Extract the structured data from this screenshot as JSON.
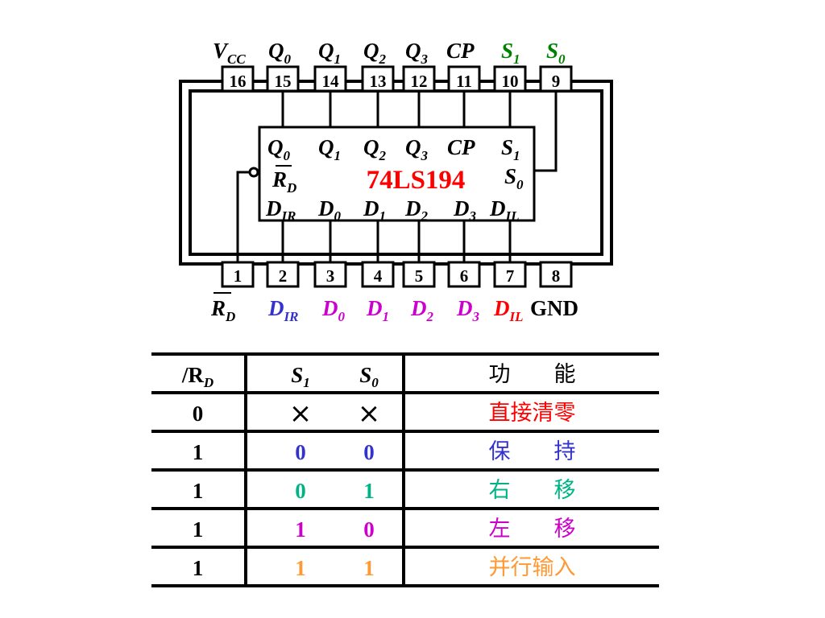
{
  "chip": {
    "name": "74LS194",
    "top_labels": [
      {
        "main": "V",
        "sub": "CC",
        "color": "#000000"
      },
      {
        "main": "Q",
        "sub": "0",
        "color": "#000000"
      },
      {
        "main": "Q",
        "sub": "1",
        "color": "#000000"
      },
      {
        "main": "Q",
        "sub": "2",
        "color": "#000000"
      },
      {
        "main": "Q",
        "sub": "3",
        "color": "#000000"
      },
      {
        "main": "CP",
        "sub": "",
        "color": "#000000"
      },
      {
        "main": "S",
        "sub": "1",
        "color": "#008000"
      },
      {
        "main": "S",
        "sub": "0",
        "color": "#008000"
      }
    ],
    "top_pins": [
      "16",
      "15",
      "14",
      "13",
      "12",
      "11",
      "10",
      "9"
    ],
    "bottom_pins": [
      "1",
      "2",
      "3",
      "4",
      "5",
      "6",
      "7",
      "8"
    ],
    "bottom_labels": [
      {
        "main": "R",
        "sub": "D",
        "color": "#000000"
      },
      {
        "main": "D",
        "sub": "IR",
        "color": "#3333cc"
      },
      {
        "main": "D",
        "sub": "0",
        "color": "#cc00cc"
      },
      {
        "main": "D",
        "sub": "1",
        "color": "#cc00cc"
      },
      {
        "main": "D",
        "sub": "2",
        "color": "#cc00cc"
      },
      {
        "main": "D",
        "sub": "3",
        "color": "#cc00cc"
      },
      {
        "main": "D",
        "sub": "IL",
        "color": "#ff0000"
      }
    ],
    "gnd_label": "GND",
    "inner_top": [
      {
        "main": "Q",
        "sub": "0"
      },
      {
        "main": "Q",
        "sub": "1"
      },
      {
        "main": "Q",
        "sub": "2"
      },
      {
        "main": "Q",
        "sub": "3"
      },
      {
        "main": "CP",
        "sub": ""
      },
      {
        "main": "S",
        "sub": "1"
      }
    ],
    "inner_rd": {
      "main": "R",
      "sub": "D"
    },
    "inner_s0": {
      "main": "S",
      "sub": "0"
    },
    "inner_bottom": [
      {
        "main": "D",
        "sub": "IR"
      },
      {
        "main": "D",
        "sub": "0"
      },
      {
        "main": "D",
        "sub": "1"
      },
      {
        "main": "D",
        "sub": "2"
      },
      {
        "main": "D",
        "sub": "3"
      },
      {
        "main": "D",
        "sub": "IL"
      }
    ]
  },
  "table": {
    "headers": {
      "rd": "/R",
      "rd_sub": "D",
      "s1": "S",
      "s1_sub": "1",
      "s0": "S",
      "s0_sub": "0",
      "function": "功　　能"
    },
    "rows": [
      {
        "rd": "0",
        "s1": "×",
        "s0": "×",
        "function": "直接清零",
        "value_color": "#000000",
        "function_color": "#ff0000"
      },
      {
        "rd": "1",
        "s1": "0",
        "s0": "0",
        "function": "保　　持",
        "value_color": "#3333cc",
        "function_color": "#3333cc"
      },
      {
        "rd": "1",
        "s1": "0",
        "s0": "1",
        "function": "右　　移",
        "value_color": "#00b386",
        "function_color": "#00b386"
      },
      {
        "rd": "1",
        "s1": "1",
        "s0": "0",
        "function": "左　　移",
        "value_color": "#cc00cc",
        "function_color": "#cc00cc"
      },
      {
        "rd": "1",
        "s1": "1",
        "s0": "1",
        "function": "并行输入",
        "value_color": "#ff9933",
        "function_color": "#ff9933"
      }
    ]
  }
}
